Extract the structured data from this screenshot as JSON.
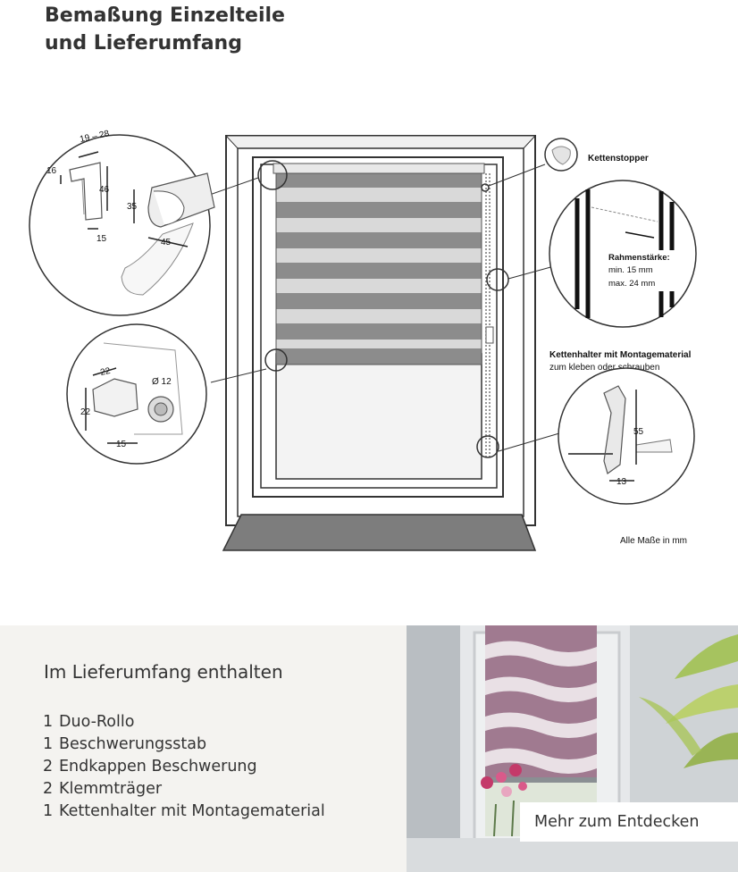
{
  "heading": {
    "line1": "Bemaßung Einzelteile",
    "line2": "und Lieferumfang"
  },
  "diagram": {
    "top_left": {
      "dim_width": "19 – 28",
      "dim_depth": "16",
      "dim_height": "46",
      "dim_base": "15",
      "dim_profile_height": "35",
      "dim_profile_width": "45"
    },
    "bottom_left": {
      "dim_width": "22",
      "dim_height": "22",
      "dim_diameter": "Ø 12",
      "dim_base": "15"
    },
    "kettenstopper": "Kettenstopper",
    "frame": {
      "title": "Rahmenstärke:",
      "min": "min. 15 mm",
      "max": "max. 24 mm"
    },
    "kettenhalter": {
      "title": "Kettenhalter mit Montagematerial",
      "subtitle": "zum kleben oder schrauben",
      "dim_height": "55",
      "dim_width": "13"
    },
    "note": "Alle Maße in mm"
  },
  "delivery": {
    "title": "Im Lieferumfang enthalten",
    "items": [
      {
        "qty": "1",
        "label": "Duo-Rollo"
      },
      {
        "qty": "1",
        "label": "Beschwerungsstab"
      },
      {
        "qty": "2",
        "label": "Endkappen Beschwerung"
      },
      {
        "qty": "2",
        "label": "Klemmträger"
      },
      {
        "qty": "1",
        "label": "Kettenhalter mit Montagematerial"
      }
    ]
  },
  "cta": {
    "label": "Mehr zum Entdecken"
  },
  "colors": {
    "blind_dark": "#8c8c8c",
    "blind_light": "#d9d9d9",
    "sill": "#7d7d7d",
    "photo_blind": "#a07a90"
  }
}
